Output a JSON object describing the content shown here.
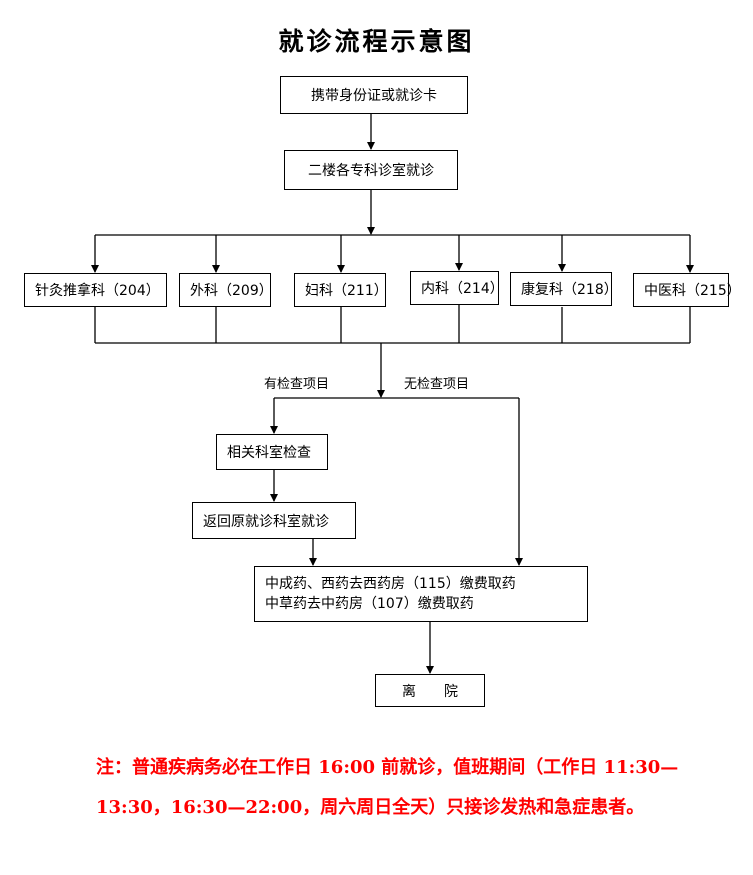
{
  "title": "就诊流程示意图",
  "steps": {
    "bring_card": "携带身份证或就诊卡",
    "second_floor": "二楼各专科诊室就诊",
    "related_exam": "相关科室检查",
    "return_dept": "返回原就诊科室就诊",
    "pharmacy_line1": "中成药、西药去西药房（115）缴费取药",
    "pharmacy_line2": "中草药去中药房（107）缴费取药",
    "leave": "离　　院"
  },
  "departments": [
    {
      "label": "针灸推拿科（204）"
    },
    {
      "label": "外科（209）"
    },
    {
      "label": "妇科（211）"
    },
    {
      "label": "内科（214）"
    },
    {
      "label": "康复科（218）"
    },
    {
      "label": "中医科（215）"
    }
  ],
  "branches": {
    "with_exam": "有检查项目",
    "without_exam": "无检查项目"
  },
  "note": "注：普通疾病务必在工作日 16:00 前就诊，值班期间（工作日 11:30—13:30，16:30—22:00，周六周日全天）只接诊发热和急症患者。"
}
